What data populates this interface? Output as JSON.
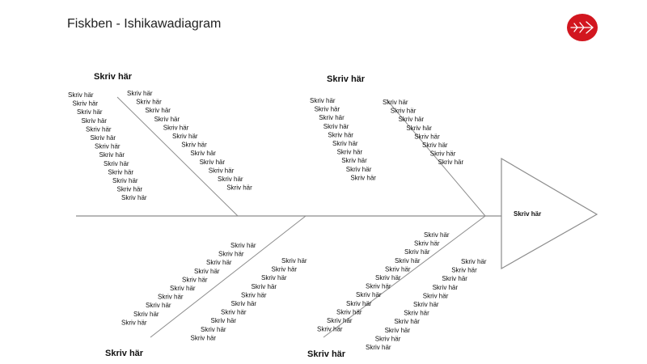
{
  "title": "Fiskben - Ishikawadiagram",
  "logo": {
    "icon": "fish-arrow-logo-icon",
    "color": "#d2161f"
  },
  "diagram": {
    "type": "fishbone",
    "line_color": "#8c8c8c",
    "head_label": "Skriv här",
    "bones": [
      {
        "category": "Skriv här",
        "causes_left": [
          "Skriv här",
          "Skriv här",
          "Skriv här",
          "Skriv här",
          "Skriv här",
          "Skriv här",
          "Skriv här",
          "Skriv här",
          "Skriv här",
          "Skriv här",
          "Skriv här",
          "Skriv här",
          "Skriv här"
        ],
        "causes_right": [
          "Skriv här",
          "Skriv här",
          "Skriv här",
          "Skriv här",
          "Skriv här",
          "Skriv här",
          "Skriv här",
          "Skriv här",
          "Skriv här",
          "Skriv här",
          "Skriv här",
          "Skriv här"
        ]
      },
      {
        "category": "Skriv här",
        "causes_left": [
          "Skriv här",
          "Skriv här",
          "Skriv här",
          "Skriv här",
          "Skriv här",
          "Skriv här",
          "Skriv här",
          "Skriv här",
          "Skriv här",
          "Skriv här"
        ],
        "causes_right": [
          "Skriv här",
          "Skriv här",
          "Skriv här",
          "Skriv här",
          "Skriv här",
          "Skriv här",
          "Skriv här",
          "Skriv här"
        ]
      },
      {
        "category": "Skriv här",
        "causes_left": [
          "Skriv här",
          "Skriv här",
          "Skriv här",
          "Skriv här",
          "Skriv här",
          "Skriv här",
          "Skriv här",
          "Skriv här",
          "Skriv här",
          "Skriv här"
        ],
        "causes_right": [
          "Skriv här",
          "Skriv här",
          "Skriv här",
          "Skriv här",
          "Skriv här",
          "Skriv här",
          "Skriv här",
          "Skriv här",
          "Skriv här",
          "Skriv här"
        ]
      },
      {
        "category": "Skriv här",
        "causes_left": [
          "Skriv här",
          "Skriv här",
          "Skriv här",
          "Skriv här",
          "Skriv här",
          "Skriv här",
          "Skriv här",
          "Skriv här",
          "Skriv här",
          "Skriv här",
          "Skriv här",
          "Skriv här"
        ],
        "causes_right": [
          "Skriv här",
          "Skriv här",
          "Skriv här",
          "Skriv här",
          "Skriv här",
          "Skriv här",
          "Skriv här",
          "Skriv här",
          "Skriv här",
          "Skriv här",
          "Skriv här"
        ]
      }
    ]
  }
}
